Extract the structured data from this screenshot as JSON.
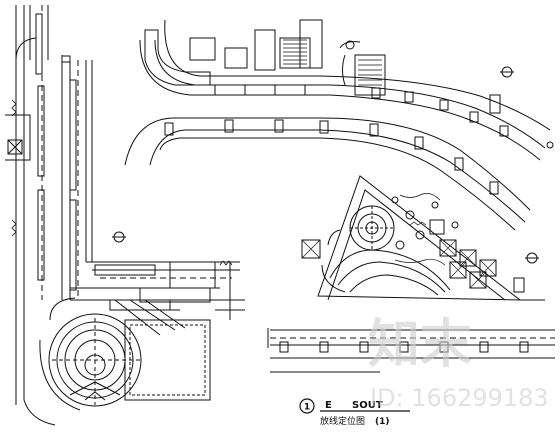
{
  "drawing": {
    "title_label": "LAYOUT PLAN",
    "title_prefix": "E",
    "title_prefix2": "SOUT",
    "title_chinese": "放线定位图",
    "title_suffix": "(1)",
    "sheet_number": "1"
  },
  "watermark": {
    "logo_text": "知末",
    "id_text": "ID: 166299183"
  },
  "colors": {
    "ink": "#111111",
    "background": "#ffffff",
    "watermark": "#cdcdcd"
  }
}
